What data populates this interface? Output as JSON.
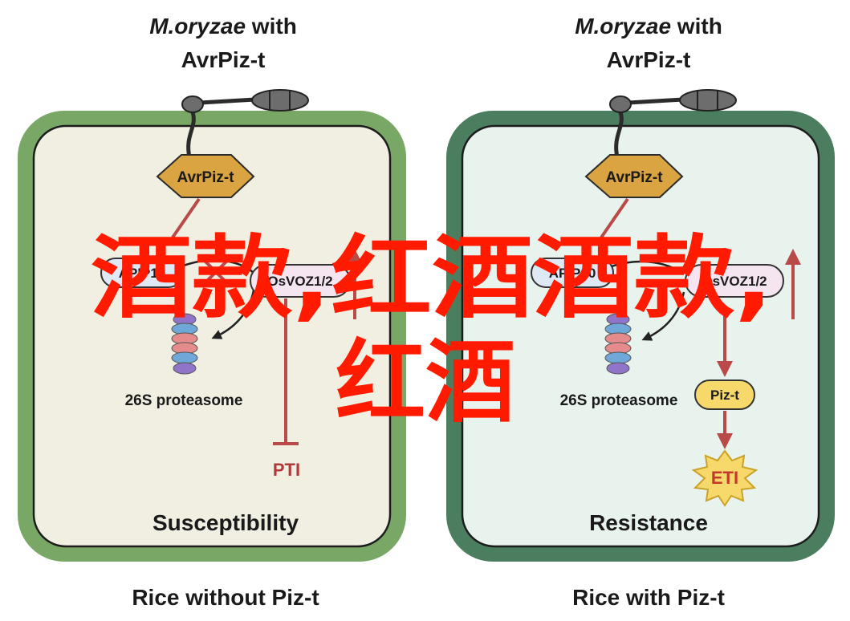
{
  "panels": [
    {
      "title_italic": "M.oryzae",
      "title_rest": " with",
      "title_line2": "AvrPiz-t",
      "effector": "AvrPiz-t",
      "left_node": "APIP10",
      "right_node": "OsVOZ1/2",
      "proteasome": "26S proteasome",
      "response": "PTI",
      "outcome": "Susceptibility",
      "bottom": "Rice without Piz-t",
      "colors": {
        "border": "#79a765",
        "fill": "#f0efe1"
      }
    },
    {
      "title_italic": "M.oryzae",
      "title_rest": " with",
      "title_line2": "AvrPiz-t",
      "effector": "AvrPiz-t",
      "left_node": "APIP10",
      "right_node": "OsVOZ1/2",
      "proteasome": "26S proteasome",
      "receptor": "Piz-t",
      "response": "ETI",
      "outcome": "Resistance",
      "bottom": "Rice with Piz-t",
      "colors": {
        "border": "#4b7d5f",
        "fill": "#e9f3ee"
      }
    }
  ],
  "watermark": {
    "line1": "酒款,红酒酒款,",
    "line2": "红酒",
    "color": "#ff1a00"
  },
  "colors": {
    "arrow_red": "#b94a48",
    "effector_fill": "#d9a441",
    "oval_fill": "#f4e5f1",
    "piz_fill": "#f7d96b"
  }
}
